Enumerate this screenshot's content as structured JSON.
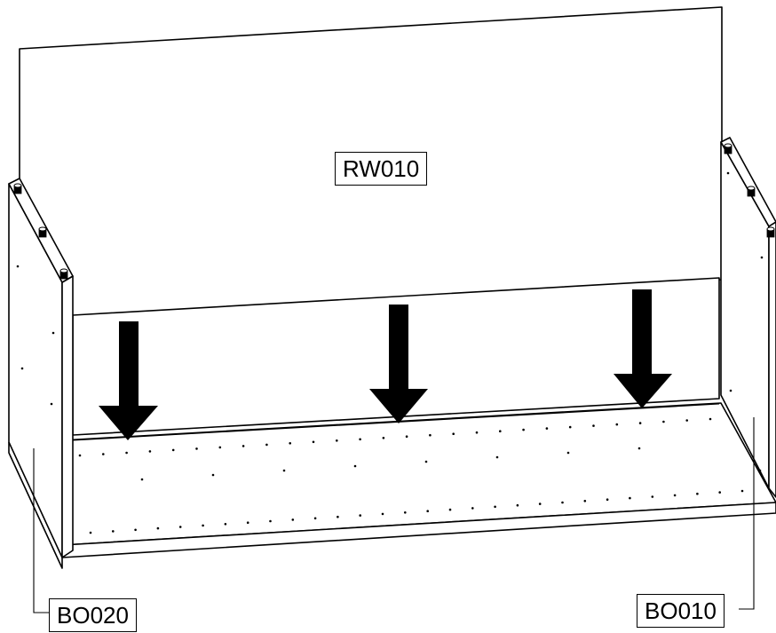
{
  "labels": {
    "back_panel": "RW010",
    "left_side": "BO020",
    "right_side": "BO010"
  },
  "colors": {
    "stroke": "#000000",
    "background": "#ffffff"
  },
  "arrows": [
    {
      "name": "arrow-left"
    },
    {
      "name": "arrow-center"
    },
    {
      "name": "arrow-right"
    }
  ]
}
